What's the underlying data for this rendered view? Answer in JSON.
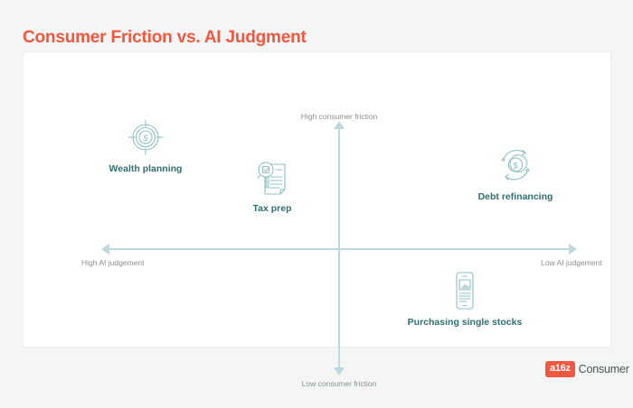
{
  "page": {
    "title": "Consumer Friction vs. AI Judgment",
    "accent_color": "#f4573f",
    "card_background": "#ffffff",
    "page_background": "#f4f6f5",
    "axis_color": "#bcd9db",
    "item_label_color": "#2f6f70",
    "axis_label_color": "#8a8f92"
  },
  "chart_data": {
    "type": "scatter",
    "title": "Consumer Friction vs. AI Judgment",
    "xlabel": "AI judgement",
    "ylabel": "Consumer friction",
    "grid": false,
    "legend": "none",
    "axes": {
      "top_label": "High consumer friction",
      "bottom_label": "Low consumer friction",
      "left_label": "High AI judgement",
      "right_label": "Low AI judgement"
    },
    "points": [
      {
        "label": "Wealth planning",
        "icon": "target-dollar-icon",
        "quadrant": "top-left",
        "x_note": "High AI judgement",
        "y_note": "High consumer friction"
      },
      {
        "label": "Tax prep",
        "icon": "document-magnifier-check-icon",
        "quadrant": "top-left",
        "x_note": "High AI judgement",
        "y_note": "High consumer friction"
      },
      {
        "label": "Debt refinancing",
        "icon": "gear-dollar-refresh-icon",
        "quadrant": "top-right",
        "x_note": "Low AI judgement",
        "y_note": "High consumer friction"
      },
      {
        "label": "Purchasing single stocks",
        "icon": "mobile-chart-icon",
        "quadrant": "bottom-right",
        "x_note": "Low AI judgement",
        "y_note": "Low consumer friction"
      }
    ]
  },
  "footer": {
    "logo_mark": "a16z",
    "logo_word": "Consumer"
  }
}
